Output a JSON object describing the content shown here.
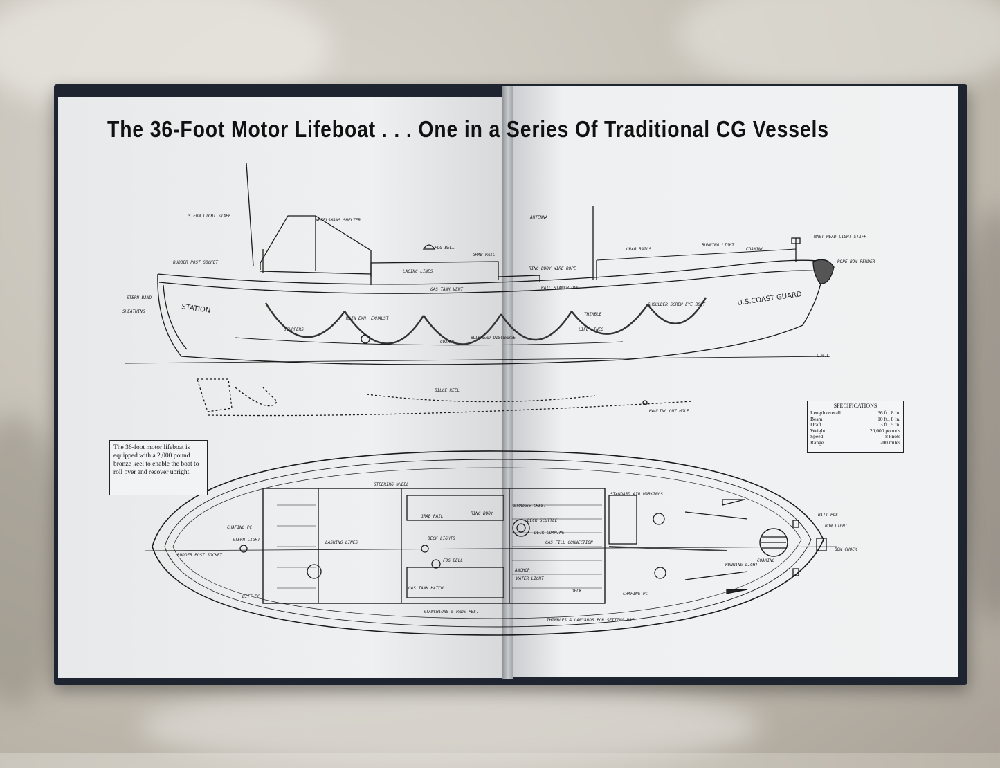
{
  "book": {
    "headline": "The 36-Foot Motor Lifeboat . . . One in a Series Of Traditional CG Vessels",
    "caption": "The 36-foot motor lifeboat is equipped with a 2,000 pound bronze keel to enable the boat to roll over and recover upright."
  },
  "specifications": {
    "title": "SPECIFICATIONS",
    "rows": [
      {
        "label": "Length overall",
        "value": "36 ft., 8 in."
      },
      {
        "label": "Beam",
        "value": "10 ft., 8 in."
      },
      {
        "label": "Draft",
        "value": "3 ft., 5 in."
      },
      {
        "label": "Weight",
        "value": "20,000 pounds"
      },
      {
        "label": "Speed",
        "value": "8 knots"
      },
      {
        "label": "Range",
        "value": "200 miles"
      }
    ]
  },
  "profile_labels": {
    "station": "STATION",
    "us_coast_guard": "U.S.COAST GUARD",
    "stern_light_staff": "STERN LIGHT STAFF",
    "wheelsmans_shelter": "WHEELSMANS SHELTER",
    "antenna": "ANTENNA",
    "fog_bell": "FOG BELL",
    "grab_rail": "GRAB RAIL",
    "grab_rails": "GRAB RAILS",
    "running_light": "RUNNING LIGHT",
    "coaming": "COAMING",
    "head_light_staff": "MAST HEAD LIGHT STAFF",
    "rope_bow_fender": "ROPE BOW FENDER",
    "rudder_post_socket": "RUDDER POST SOCKET",
    "stern_band": "STERN BAND",
    "sheathing": "SHEATHING",
    "scuppers": "SCUPPERS",
    "guards": "GUARDS",
    "life_lines": "LIFE LINES",
    "thimble": "THIMBLE",
    "wire_rope": "WIRE ROPE",
    "gas_tank_vent": "GAS TANK VENT",
    "bilge_keel": "BILGE KEEL",
    "hauling_out_hole": "HAULING OUT HOLE",
    "main_exh_exhaust": "MAIN EXH. EXHAUST",
    "bulkhead_discharge": "BULKHEAD DISCHARGE",
    "lacing_lines": "LACING LINES",
    "shoulder_screw": "SHOULDER SCREW EYE BOLT",
    "rail_stanchions": "RAIL STANCHIONS",
    "ring_buoy": "RING BUOY",
    "lwl": "L.W.L."
  },
  "plan_labels": {
    "steering_wheel": "STEERING WHEEL",
    "grab_rail": "GRAB RAIL",
    "ring_buoy": "RING BUOY",
    "stowage_chest": "STOWAGE CHEST",
    "deck_scuttle": "DECK SCUTTLE",
    "deck_lights": "DECK LIGHTS",
    "deck_coaming": "DECK COAMING",
    "gas_fill": "GAS FILL CONNECTION",
    "lashing_lines": "LASHING LINES",
    "fog_bell": "FOG BELL",
    "anchor": "ANCHOR",
    "water_light": "WATER LIGHT",
    "deck": "DECK",
    "gas_tank_hatch": "GAS TANK HATCH",
    "stanchions": "STANCHIONS & PADS PES.",
    "thimbles": "THIMBLES & LANYARDS FOR SETTING RAIL",
    "chafing_pc": "CHAFING PC",
    "standard_air_markings": "STANDARD AIR MARKINGS",
    "bitt_pcs": "BITT PCS",
    "bow_light": "BOW LIGHT",
    "bow_chock": "BOW CHOCK",
    "running_light": "RUNNING LIGHT",
    "coaming": "COAMING",
    "stern_light": "STERN LIGHT",
    "rudder_post_socket": "RUDDER POST SOCKET",
    "chafing": "CHAFING PC",
    "bitt_pc": "BITT PC"
  }
}
